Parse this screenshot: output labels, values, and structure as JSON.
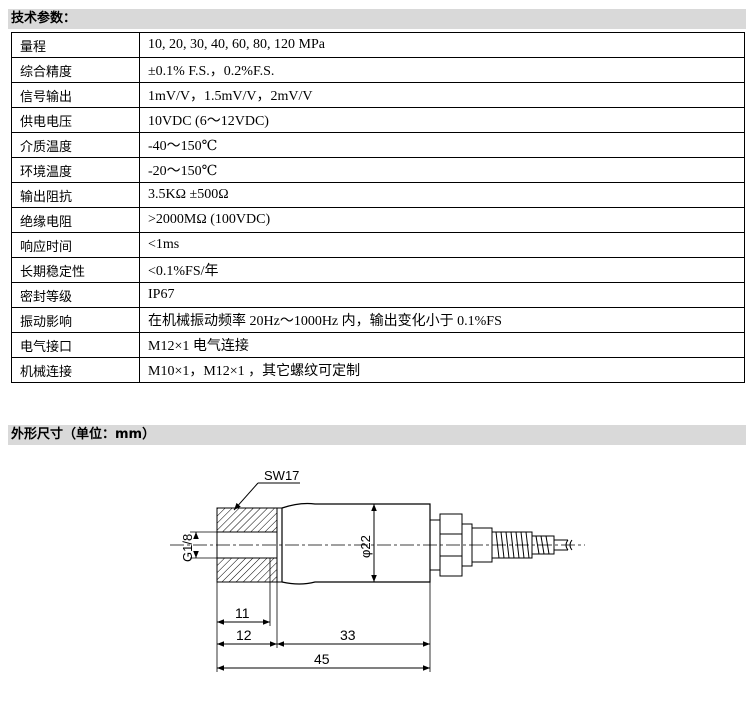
{
  "sections": {
    "specs_title": "技术参数：",
    "dimensions_title": "外形尺寸（单位：mm）"
  },
  "specs": [
    {
      "label": "量程",
      "value": "10, 20, 30, 40, 60, 80, 120 MPa"
    },
    {
      "label": "综合精度",
      "value": "±0.1% F.S.，0.2%F.S."
    },
    {
      "label": "信号输出",
      "value": "1mV/V，1.5mV/V，2mV/V"
    },
    {
      "label": "供电电压",
      "value": "10VDC (6～12VDC)"
    },
    {
      "label": "介质温度",
      "value": "-40～150℃"
    },
    {
      "label": "环境温度",
      "value": "-20～150℃"
    },
    {
      "label": "输出阻抗",
      "value": "3.5KΩ ±500Ω"
    },
    {
      "label": "绝缘电阻",
      "value": ">2000MΩ (100VDC)"
    },
    {
      "label": "响应时间",
      "value": "<1ms"
    },
    {
      "label": "长期稳定性",
      "value": "<0.1%FS/年"
    },
    {
      "label": "密封等级",
      "value": "IP67"
    },
    {
      "label": "振动影响",
      "value": "在机械振动频率 20Hz～1000Hz 内，输出变化小于 0.1%FS"
    },
    {
      "label": "电气接口",
      "value": "M12×1 电气连接"
    },
    {
      "label": "机械连接",
      "value": "M10×1，M12×1 ，其它螺纹可定制"
    }
  ],
  "drawing": {
    "sw_label": "SW17",
    "thread_label": "G1/8",
    "diameter_label": "φ22",
    "dim_11": "11",
    "dim_12": "12",
    "dim_33": "33",
    "dim_45": "45"
  }
}
